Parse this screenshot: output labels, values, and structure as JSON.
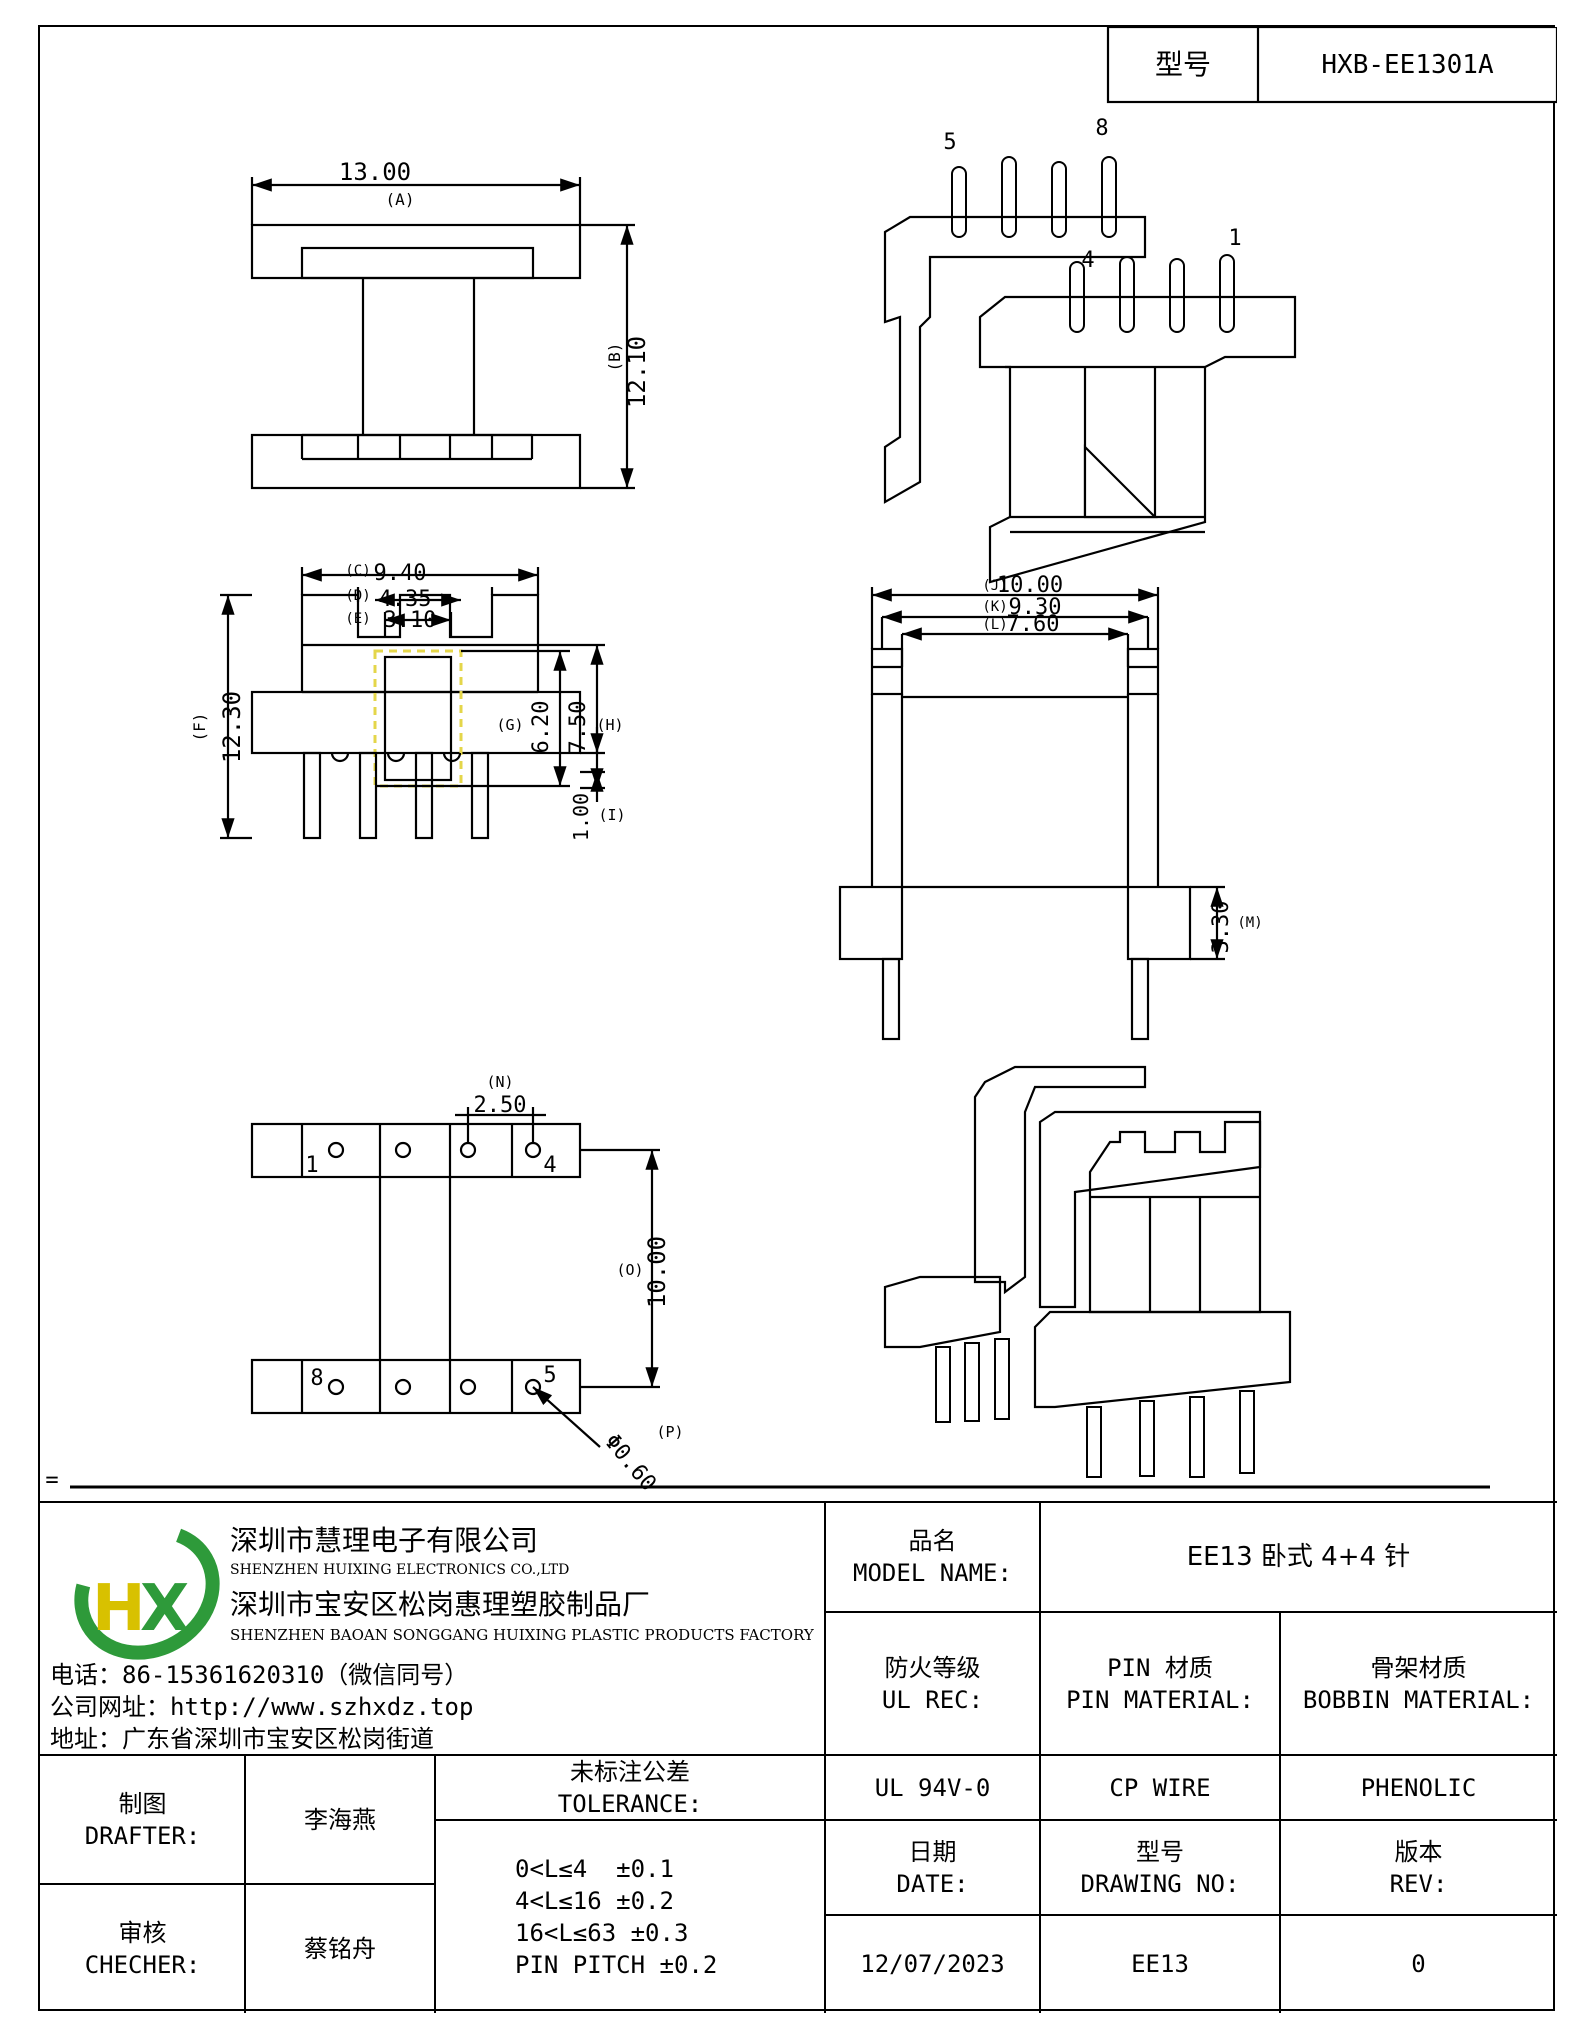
{
  "header": {
    "model_label": "型号",
    "model_value": "HXB-EE1301A"
  },
  "drawing": {
    "top_width": "13.00",
    "top_width_tag": "(A)",
    "height": "12.10",
    "height_tag": "(B)",
    "front_c": "9.40",
    "front_c_tag": "(C)",
    "front_d": "4.35",
    "front_d_tag": "(D)",
    "front_e": "3.10",
    "front_e_tag": "(E)",
    "front_f": "12.30",
    "front_f_tag": "(F)",
    "front_g": "6.20",
    "front_g_tag": "(G)",
    "front_h": "7.50",
    "front_h_tag": "(H)",
    "front_i": "1.00",
    "front_i_tag": "(I)",
    "side_j": "10.00",
    "side_j_tag": "(J)",
    "side_k": "9.30",
    "side_k_tag": "(K)",
    "side_l": "7.60",
    "side_l_tag": "(L)",
    "side_m": "3.30",
    "side_m_tag": "(M)",
    "bottom_n": "2.50",
    "bottom_n_tag": "(N)",
    "bottom_o": "10.00",
    "bottom_o_tag": "(O)",
    "bottom_p": "Φ0.60",
    "bottom_p_tag": "(P)",
    "pin_labels": {
      "p1": "1",
      "p4": "4",
      "p5": "5",
      "p8": "8"
    },
    "iso_pins": {
      "p5": "5",
      "p8": "8",
      "p4": "4",
      "p1": "1"
    },
    "equals_mark": "="
  },
  "titleblock": {
    "company_cn": "深圳市慧理电子有限公司",
    "company_en": "SHENZHEN HUIXING ELECTRONICS CO.,LTD",
    "factory_cn": "深圳市宝安区松岗惠理塑胶制品厂",
    "factory_en": "SHENZHEN BAOAN SONGGANG HUIXING PLASTIC PRODUCTS FACTORY",
    "phone": "电话：86-15361620310（微信同号）",
    "website": "公司网址：http://www.szhxdz.top",
    "address": "地址：广东省深圳市宝安区松岗街道",
    "logo_text": "HX",
    "model_name_cn": "品名",
    "model_name_en": "MODEL NAME:",
    "model_name_value": "EE13 卧式 4+4 针",
    "ul_cn": "防火等级",
    "ul_en": "UL REC:",
    "pin_mat_cn": "PIN 材质",
    "pin_mat_en": "PIN MATERIAL:",
    "bobbin_cn": "骨架材质",
    "bobbin_en": "BOBBIN MATERIAL:",
    "ul_value": "UL 94V-0",
    "pin_value": "CP WIRE",
    "bobbin_value": "PHENOLIC",
    "drafter_cn": "制图",
    "drafter_en": "DRAFTER:",
    "drafter_name": "李海燕",
    "checker_cn": "审核",
    "checker_en": "CHECHER:",
    "checker_name": "蔡铭舟",
    "tol_cn": "未标注公差",
    "tol_en": "TOLERANCE:",
    "tol_1": "0<L≤4  ±0.1",
    "tol_2": "4<L≤16 ±0.2",
    "tol_3": "16<L≤63 ±0.3",
    "tol_4": "PIN PITCH ±0.2",
    "date_cn": "日期",
    "date_en": "DATE:",
    "drawing_no_cn": "型号",
    "drawing_no_en": "DRAWING NO:",
    "rev_cn": "版本",
    "rev_en": "REV:",
    "date_value": "12/07/2023",
    "drawing_no_value": "EE13",
    "rev_value": "0"
  },
  "colors": {
    "logo_green": "#2e9a3a",
    "logo_yellow": "#d8c100",
    "line": "#000000",
    "highlight": "#e4d64a"
  }
}
